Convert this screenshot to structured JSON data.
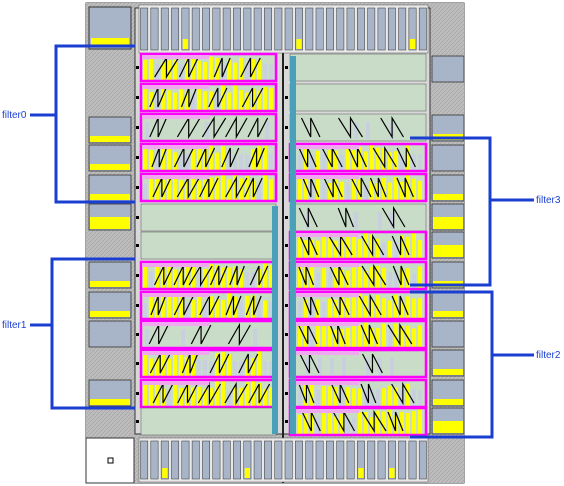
{
  "labels": {
    "filter0": "filter0",
    "filter1": "filter1",
    "filter2": "filter2",
    "filter3": "filter3"
  },
  "colors": {
    "bracket": "#1a3fd0",
    "highlight": "#ff00ff",
    "bar": "#ffff00",
    "bar_light": "#c8d0e0",
    "cell_bg": "#c8dcc8",
    "die_bg": "#c0c0c0",
    "io_block": "#a8b4c8",
    "strip": "#4aa0b8"
  },
  "legend_items": [
    "filter0",
    "filter1",
    "filter2",
    "filter3"
  ]
}
